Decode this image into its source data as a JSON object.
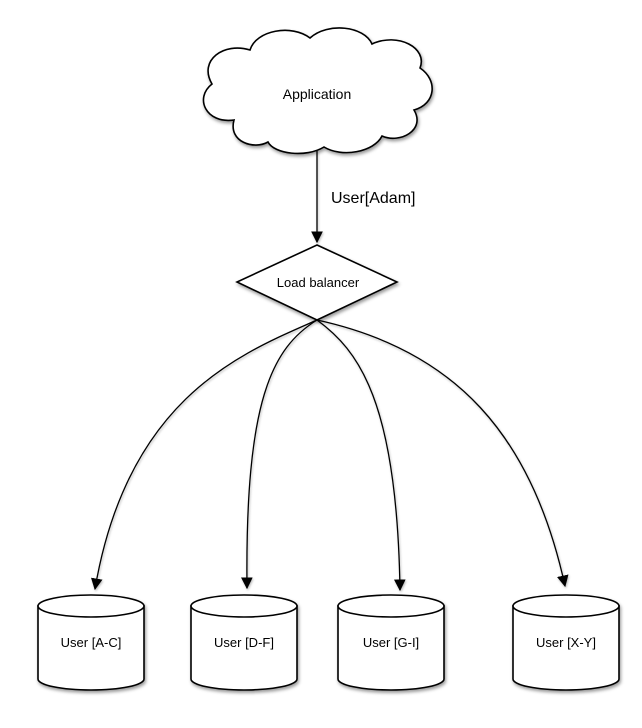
{
  "diagram": {
    "application": {
      "label": "Application"
    },
    "request_edge": {
      "label": "User[Adam]"
    },
    "load_balancer": {
      "label": "Load balancer"
    },
    "shards": [
      {
        "label": "User [A-C]"
      },
      {
        "label": "User [D-F]"
      },
      {
        "label": "User [G-I]"
      },
      {
        "label": "User [X-Y]"
      }
    ],
    "colors": {
      "background": "#ffffff",
      "shape_fill": "#ffffff",
      "stroke": "#000000"
    }
  }
}
